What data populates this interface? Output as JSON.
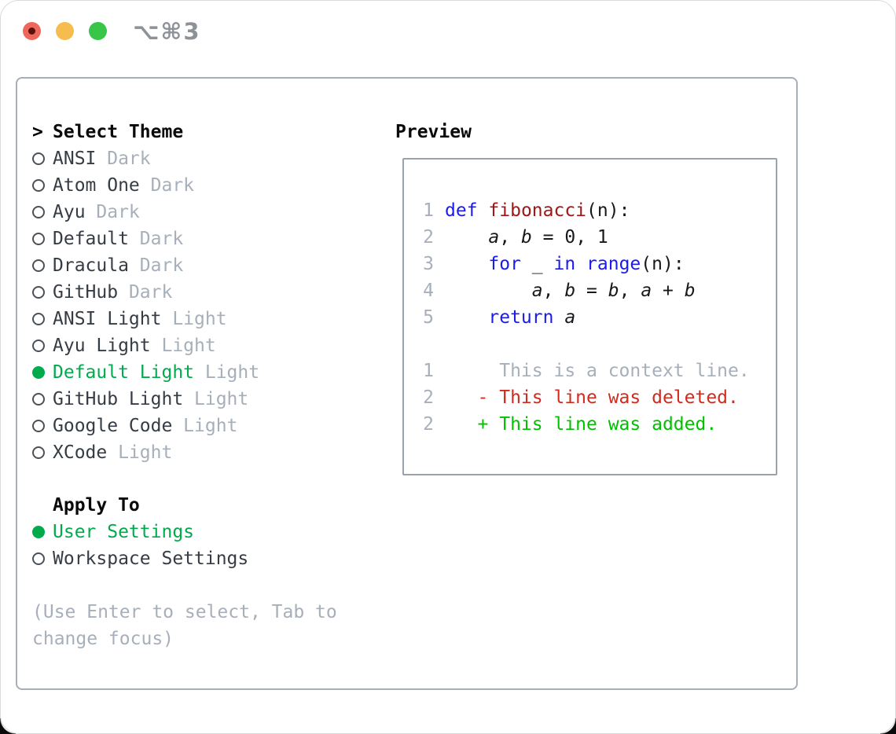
{
  "window": {
    "title_shortcut": "⌥⌘3",
    "traffic_lights": [
      "close",
      "minimize",
      "zoom"
    ]
  },
  "theme_selector": {
    "prompt": ">",
    "title": "Select Theme",
    "items": [
      {
        "name": "ANSI",
        "tag": "Dark",
        "selected": false
      },
      {
        "name": "Atom One",
        "tag": "Dark",
        "selected": false
      },
      {
        "name": "Ayu",
        "tag": "Dark",
        "selected": false
      },
      {
        "name": "Default",
        "tag": "Dark",
        "selected": false
      },
      {
        "name": "Dracula",
        "tag": "Dark",
        "selected": false
      },
      {
        "name": "GitHub",
        "tag": "Dark",
        "selected": false
      },
      {
        "name": "ANSI Light",
        "tag": "Light",
        "selected": false
      },
      {
        "name": "Ayu Light",
        "tag": "Light",
        "selected": false
      },
      {
        "name": "Default Light",
        "tag": "Light",
        "selected": true
      },
      {
        "name": "GitHub Light",
        "tag": "Light",
        "selected": false
      },
      {
        "name": "Google Code",
        "tag": "Light",
        "selected": false
      },
      {
        "name": "XCode",
        "tag": "Light",
        "selected": false
      }
    ]
  },
  "apply_to": {
    "title": "Apply To",
    "options": [
      {
        "name": "User Settings",
        "selected": true
      },
      {
        "name": "Workspace Settings",
        "selected": false
      }
    ]
  },
  "hint": "(Use Enter to select, Tab to change focus)",
  "preview": {
    "title": "Preview",
    "code_lines": [
      {
        "number": "1",
        "segments": [
          {
            "t": "def",
            "c": "keyword"
          },
          {
            "t": " "
          },
          {
            "t": "fibonacci",
            "c": "function"
          },
          {
            "t": "(n):"
          }
        ]
      },
      {
        "number": "2",
        "segments": [
          {
            "t": "    "
          },
          {
            "t": "a",
            "c": "var"
          },
          {
            "t": ", "
          },
          {
            "t": "b",
            "c": "var"
          },
          {
            "t": " = 0, 1"
          }
        ]
      },
      {
        "number": "3",
        "segments": [
          {
            "t": "    "
          },
          {
            "t": "for",
            "c": "keyword"
          },
          {
            "t": " _ "
          },
          {
            "t": "in",
            "c": "keyword"
          },
          {
            "t": " "
          },
          {
            "t": "range",
            "c": "keyword"
          },
          {
            "t": "(n):"
          }
        ]
      },
      {
        "number": "4",
        "segments": [
          {
            "t": "        "
          },
          {
            "t": "a",
            "c": "var"
          },
          {
            "t": ", "
          },
          {
            "t": "b",
            "c": "var"
          },
          {
            "t": " = "
          },
          {
            "t": "b",
            "c": "var"
          },
          {
            "t": ", "
          },
          {
            "t": "a",
            "c": "var"
          },
          {
            "t": " + "
          },
          {
            "t": "b",
            "c": "var"
          }
        ]
      },
      {
        "number": "5",
        "segments": [
          {
            "t": "    "
          },
          {
            "t": "return",
            "c": "keyword"
          },
          {
            "t": " "
          },
          {
            "t": "a",
            "c": "var"
          }
        ]
      }
    ],
    "diff_lines": [
      {
        "number": "1",
        "kind": "context",
        "text": "     This is a context line."
      },
      {
        "number": "2",
        "kind": "deleted",
        "text": "   - This line was deleted."
      },
      {
        "number": "2",
        "kind": "added",
        "text": "   + This line was added."
      }
    ]
  },
  "colors": {
    "selection_green": "#00ab4e",
    "diff_added_green": "#00c000",
    "diff_deleted_red": "#d02b1d",
    "keyword_blue": "#1b1aef",
    "function_dark_red": "#a31515",
    "muted_gray": "#a6afba",
    "item_text": "#363c44",
    "traffic_red": "#ee675c",
    "traffic_yellow": "#f6bd4e",
    "traffic_green": "#37c648"
  }
}
